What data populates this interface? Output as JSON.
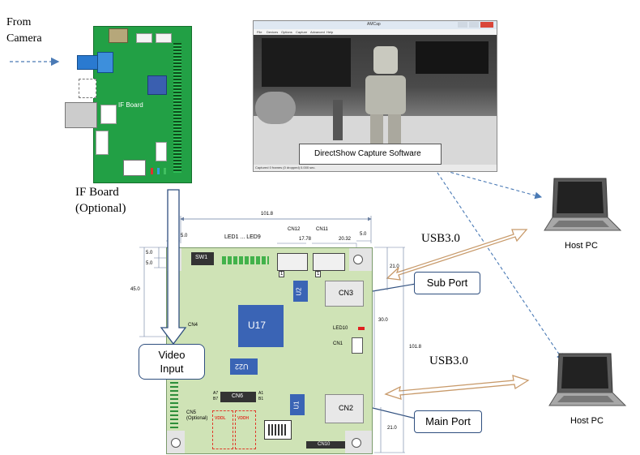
{
  "camera_label_line1": "From",
  "camera_label_line2": "Camera",
  "if_board_chip_label": "IF Board",
  "if_board_caption_line1": "IF Board",
  "if_board_caption_line2": "(Optional)",
  "capture_window": {
    "title": "AMCap",
    "menu": [
      "File",
      "Devices",
      "Options",
      "Capture",
      "Advanced",
      "Help"
    ],
    "status": "Captured 0 frames (0 dropped) 0.000 sec.",
    "caption": "DirectShow Capture Software"
  },
  "board": {
    "width_dim": "101.8",
    "height_dim": "101.8",
    "dim_5_left": "5.0",
    "dim_5_right": "5.0",
    "dim_5_a": "5.0",
    "dim_5_b": "5.0",
    "dim_45": "45.0",
    "dim_17_78": "17.78",
    "dim_20_32": "20.32",
    "dim_21_top": "21.0",
    "dim_30": "30.0",
    "dim_21_bottom": "21.0",
    "led_label": "LED1 ... LED9",
    "cn12": "CN12",
    "cn11": "CN11",
    "sw1": "SW1",
    "u2": "U2",
    "cn3": "CN3",
    "u17": "U17",
    "cn4": "CN4",
    "led10": "LED10",
    "cn1": "CN1",
    "u22": "U22",
    "cn6": "CN6",
    "a7": "A7",
    "b7": "B7",
    "a1": "A1",
    "b1": "B1",
    "u1": "U1",
    "cn2": "CN2",
    "cn5": "CN5",
    "cn5_opt": "(Optional)",
    "vddl": "VDDL",
    "vddh": "VDDH",
    "cn10": "CN10",
    "pin1a": "1",
    "pin1b": "1"
  },
  "video_input_line1": "Video",
  "video_input_line2": "Input",
  "usb_top": "USB3.0",
  "usb_bottom": "USB3.0",
  "sub_port": "Sub Port",
  "main_port": "Main Port",
  "host_pc_top": "Host PC",
  "host_pc_bottom": "Host PC"
}
